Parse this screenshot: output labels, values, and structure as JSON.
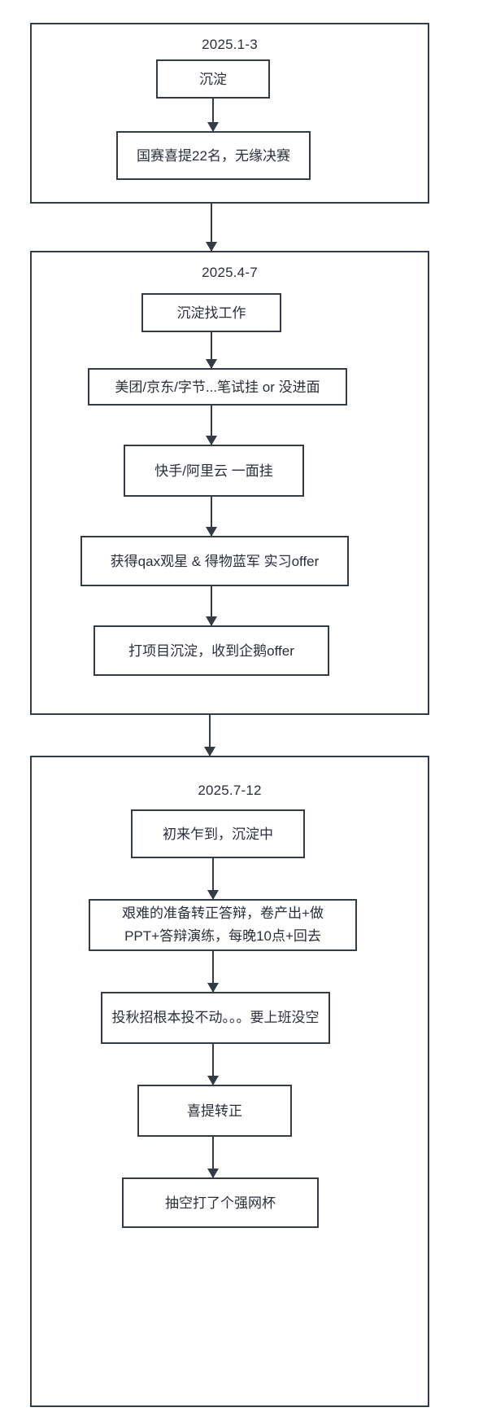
{
  "diagram": {
    "type": "flowchart",
    "orientation": "top-to-bottom",
    "title_text": "",
    "colors": {
      "background": "#ffffff",
      "stroke": "#333b47",
      "text": "#2b2f38",
      "node_fill": "#ffffff"
    },
    "phases": [
      {
        "id": "phase-1",
        "label": "2025.1-3",
        "nodes": [
          {
            "id": "p1-n1",
            "text": "沉淀"
          },
          {
            "id": "p1-n2",
            "text": "国赛喜提22名，无缘决赛"
          }
        ],
        "edges": [
          {
            "from": "p1-n1",
            "to": "p1-n2",
            "arrow": true
          }
        ]
      },
      {
        "id": "phase-2",
        "label": "2025.4-7",
        "nodes": [
          {
            "id": "p2-n1",
            "text": "沉淀找工作"
          },
          {
            "id": "p2-n2",
            "text": "美团/京东/字节...笔试挂 or 没进面"
          },
          {
            "id": "p2-n3",
            "text": "快手/阿里云 一面挂"
          },
          {
            "id": "p2-n4",
            "text": "获得qax观星 & 得物蓝军 实习offer"
          },
          {
            "id": "p2-n5",
            "text": "打项目沉淀，收到企鹅offer"
          }
        ],
        "edges": [
          {
            "from": "p2-n1",
            "to": "p2-n2",
            "arrow": true
          },
          {
            "from": "p2-n2",
            "to": "p2-n3",
            "arrow": true
          },
          {
            "from": "p2-n3",
            "to": "p2-n4",
            "arrow": true
          },
          {
            "from": "p2-n4",
            "to": "p2-n5",
            "arrow": true
          }
        ]
      },
      {
        "id": "phase-3",
        "label": "2025.7-12",
        "nodes": [
          {
            "id": "p3-n1",
            "text": "初来乍到，沉淀中"
          },
          {
            "id": "p3-n2",
            "text": "艰难的准备转正答辩，卷产出+做PPT+答辩演练，每晚10点+回去"
          },
          {
            "id": "p3-n3",
            "text": "投秋招根本投不动。。。要上班没空"
          },
          {
            "id": "p3-n4",
            "text": "喜提转正"
          },
          {
            "id": "p3-n5",
            "text": "抽空打了个强网杯"
          }
        ],
        "edges": [
          {
            "from": "p3-n1",
            "to": "p3-n2",
            "arrow": true
          },
          {
            "from": "p3-n2",
            "to": "p3-n3",
            "arrow": true
          },
          {
            "from": "p3-n3",
            "to": "p3-n4",
            "arrow": true
          },
          {
            "from": "p3-n4",
            "to": "p3-n5",
            "arrow": true
          }
        ]
      }
    ],
    "phase_edges": [
      {
        "from": "phase-1",
        "to": "phase-2",
        "arrow": true
      },
      {
        "from": "phase-2",
        "to": "phase-3",
        "arrow": true
      }
    ]
  }
}
